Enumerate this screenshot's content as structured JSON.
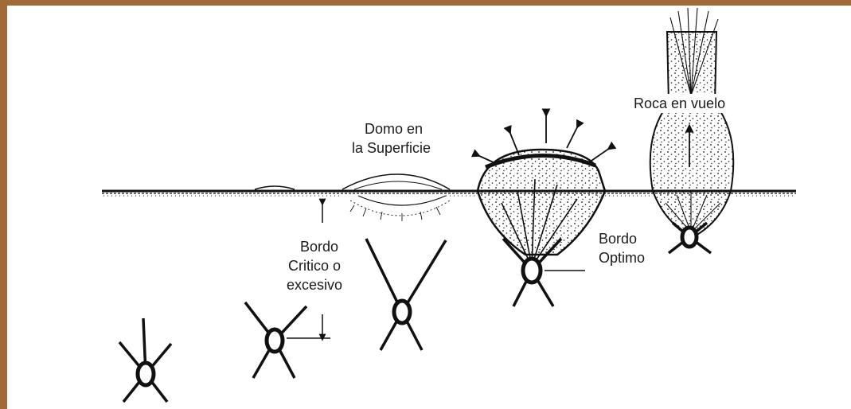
{
  "labels": {
    "dome": {
      "line1": "Domo en",
      "line2": "la Superficie"
    },
    "flying": {
      "line1": "Roca en vuelo"
    },
    "critical": {
      "line1": "Bordo",
      "line2": "Critico o",
      "line3": "excesivo"
    },
    "optimal": {
      "line1": "Bordo",
      "line2": "Optimo"
    }
  },
  "colors": {
    "frame": "#a26a37",
    "ink": "#111111",
    "background": "#ffffff"
  }
}
